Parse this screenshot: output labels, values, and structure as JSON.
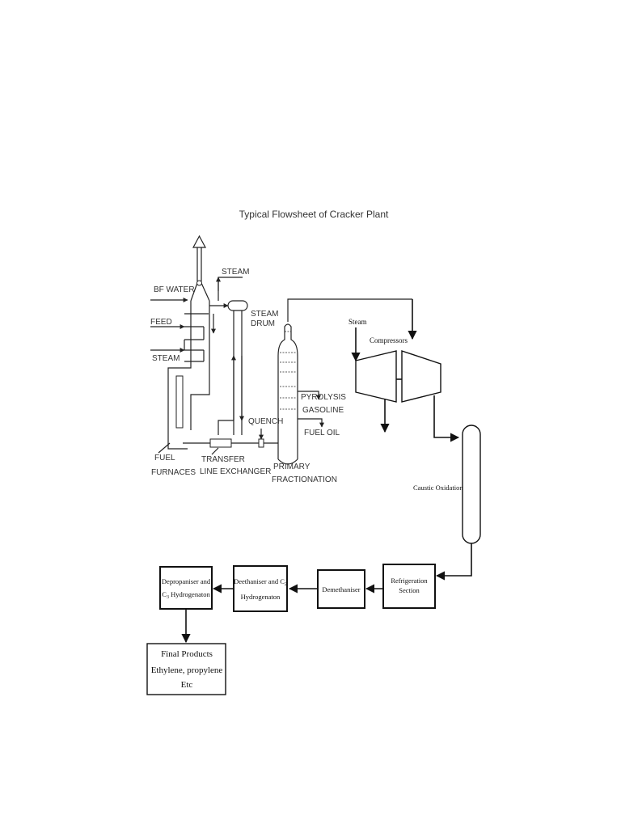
{
  "title": "Typical Flowsheet of Cracker Plant",
  "furnace": {
    "bf_water": "BF WATER",
    "feed": "FEED",
    "steam_in": "STEAM",
    "steam_out": "STEAM",
    "steam_drum_1": "STEAM",
    "steam_drum_2": "DRUM",
    "fuel": "FUEL",
    "furnaces": "FURNACES",
    "transfer_1": "TRANSFER",
    "transfer_2": "LINE EXCHANGER",
    "quench": "QUENCH",
    "pyrolysis_1": "PYROLYSIS",
    "pyrolysis_2": "GASOLINE",
    "fuel_oil": "FUEL OIL",
    "primary_1": "PRIMARY",
    "primary_2": "FRACTIONATION"
  },
  "compression": {
    "steam": "Steam",
    "compressors": "Compressors",
    "caustic": "Caustic Oxidation"
  },
  "boxes": {
    "refrigeration_1": "Refrigeration",
    "refrigeration_2": "Section",
    "demethaniser": "Demethaniser",
    "deethaniser_1": "Deethaniser and C",
    "deethaniser_sub": "2",
    "deethaniser_2": "Hydrogenaton",
    "depropaniser_1": "Depropaniser and",
    "depropaniser_2a": "C",
    "depropaniser_sub": "3",
    "depropaniser_2b": " Hydrogenaton",
    "final_1": "Final Products",
    "final_2": "Ethylene, propylene",
    "final_3": "Etc"
  }
}
